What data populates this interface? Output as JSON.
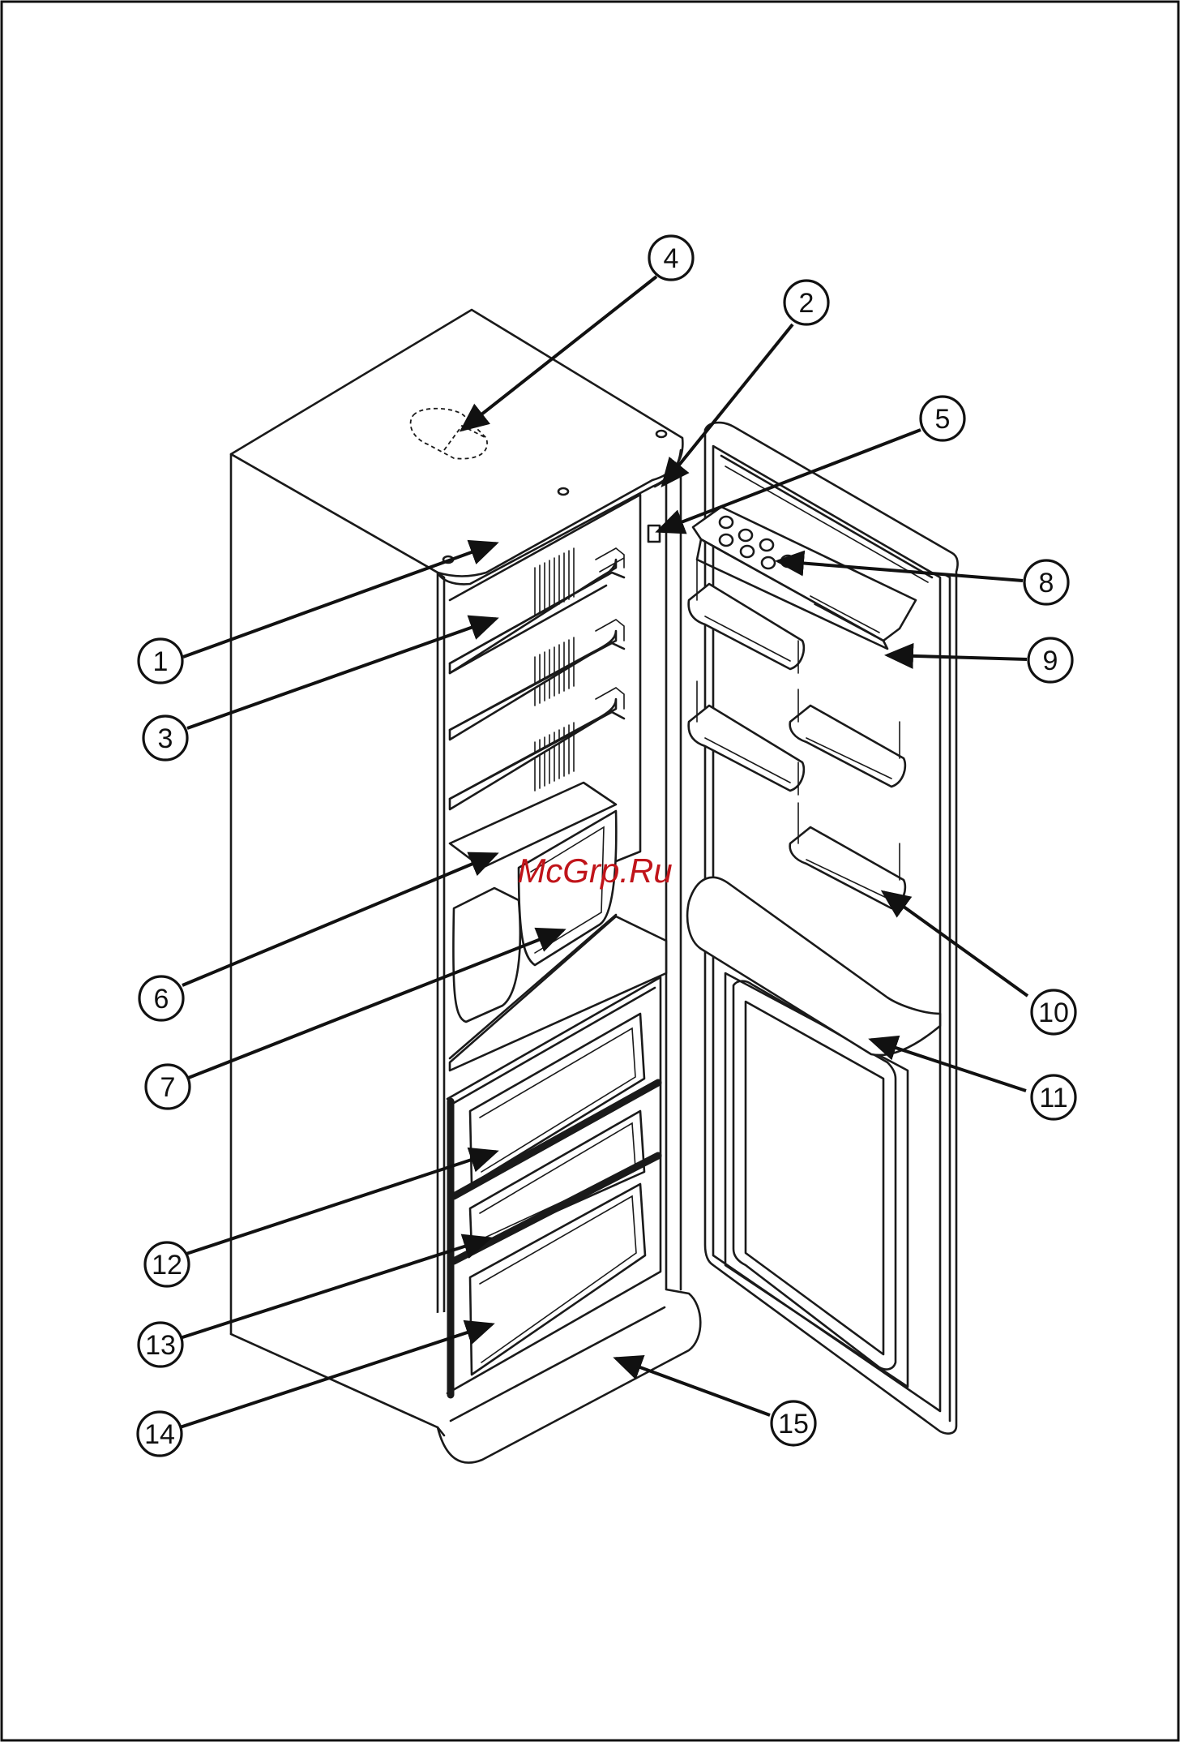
{
  "diagram": {
    "type": "exploded-parts-callout",
    "callouts": [
      "1",
      "2",
      "3",
      "4",
      "5",
      "6",
      "7",
      "8",
      "9",
      "10",
      "11",
      "12",
      "13",
      "14",
      "15"
    ]
  },
  "watermark": {
    "text": "McGrp.Ru",
    "color": "#c0141a"
  },
  "colors": {
    "line": "#1a1a1a",
    "background": "#ffffff"
  }
}
